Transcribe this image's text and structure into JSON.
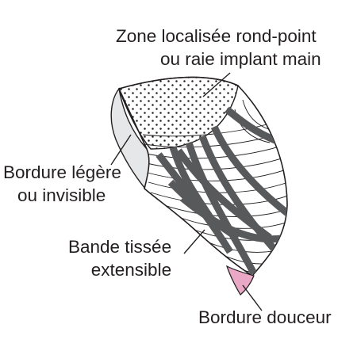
{
  "labels": {
    "zone_line1": "Zone localisée rond-point",
    "zone_line2": "ou  raie implant main",
    "bordure_legere_line1": "Bordure légère",
    "bordure_legere_line2": "ou invisible",
    "bande_line1": "Bande tissée",
    "bande_line2": "extensible",
    "bordure_douceur": "Bordure douceur"
  },
  "colors": {
    "outline": "#231f20",
    "dots": "#231f20",
    "band": "#58595b",
    "light_border": "#e6e7e8",
    "soft_border": "#e9a9c6"
  }
}
